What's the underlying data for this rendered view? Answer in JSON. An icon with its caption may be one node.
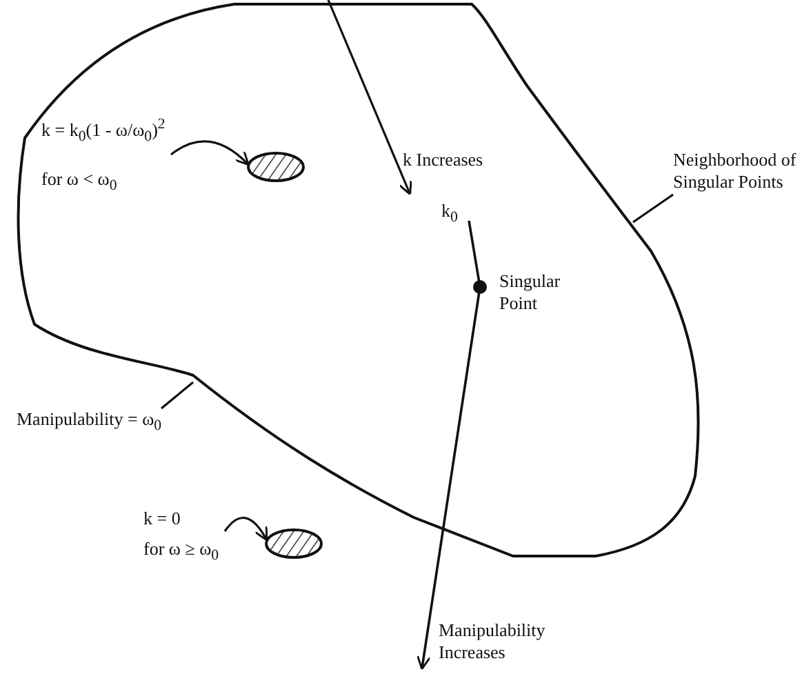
{
  "diagram": {
    "nodes": [
      {
        "text": [],
        "shape": "blob"
      },
      {
        "text": [
          "k = k$_{0}$(1 - ω/ω$_{0}$)$^{2}$",
          "for ω < ω$_{0}$"
        ],
        "in": 0
      },
      {
        "text": [],
        "shape": "ellipse",
        "in": 0
      },
      {
        "text": [
          "Neighborhood of Singular Points"
        ]
      },
      {
        "text": [
          "Manipulability = ω$_{0}$"
        ]
      },
      {
        "text": [
          "k = 0",
          "for ω ≥ ω$_{0}$"
        ]
      },
      {
        "text": [],
        "shape": "ellipse"
      }
    ],
    "edges": [
      {
        "from": 1,
        "to": 2,
        "arrow": "to"
      },
      {
        "from": 3,
        "to": 0,
        "arrow": "none"
      },
      {
        "from": 4,
        "to": 0,
        "arrow": "none"
      },
      {
        "from": 5,
        "to": 6,
        "arrow": "to"
      }
    ],
    "labels": [
      "k Increases",
      "k$_{0}$",
      "Singular Point",
      "Manipulability Increases"
    ]
  }
}
